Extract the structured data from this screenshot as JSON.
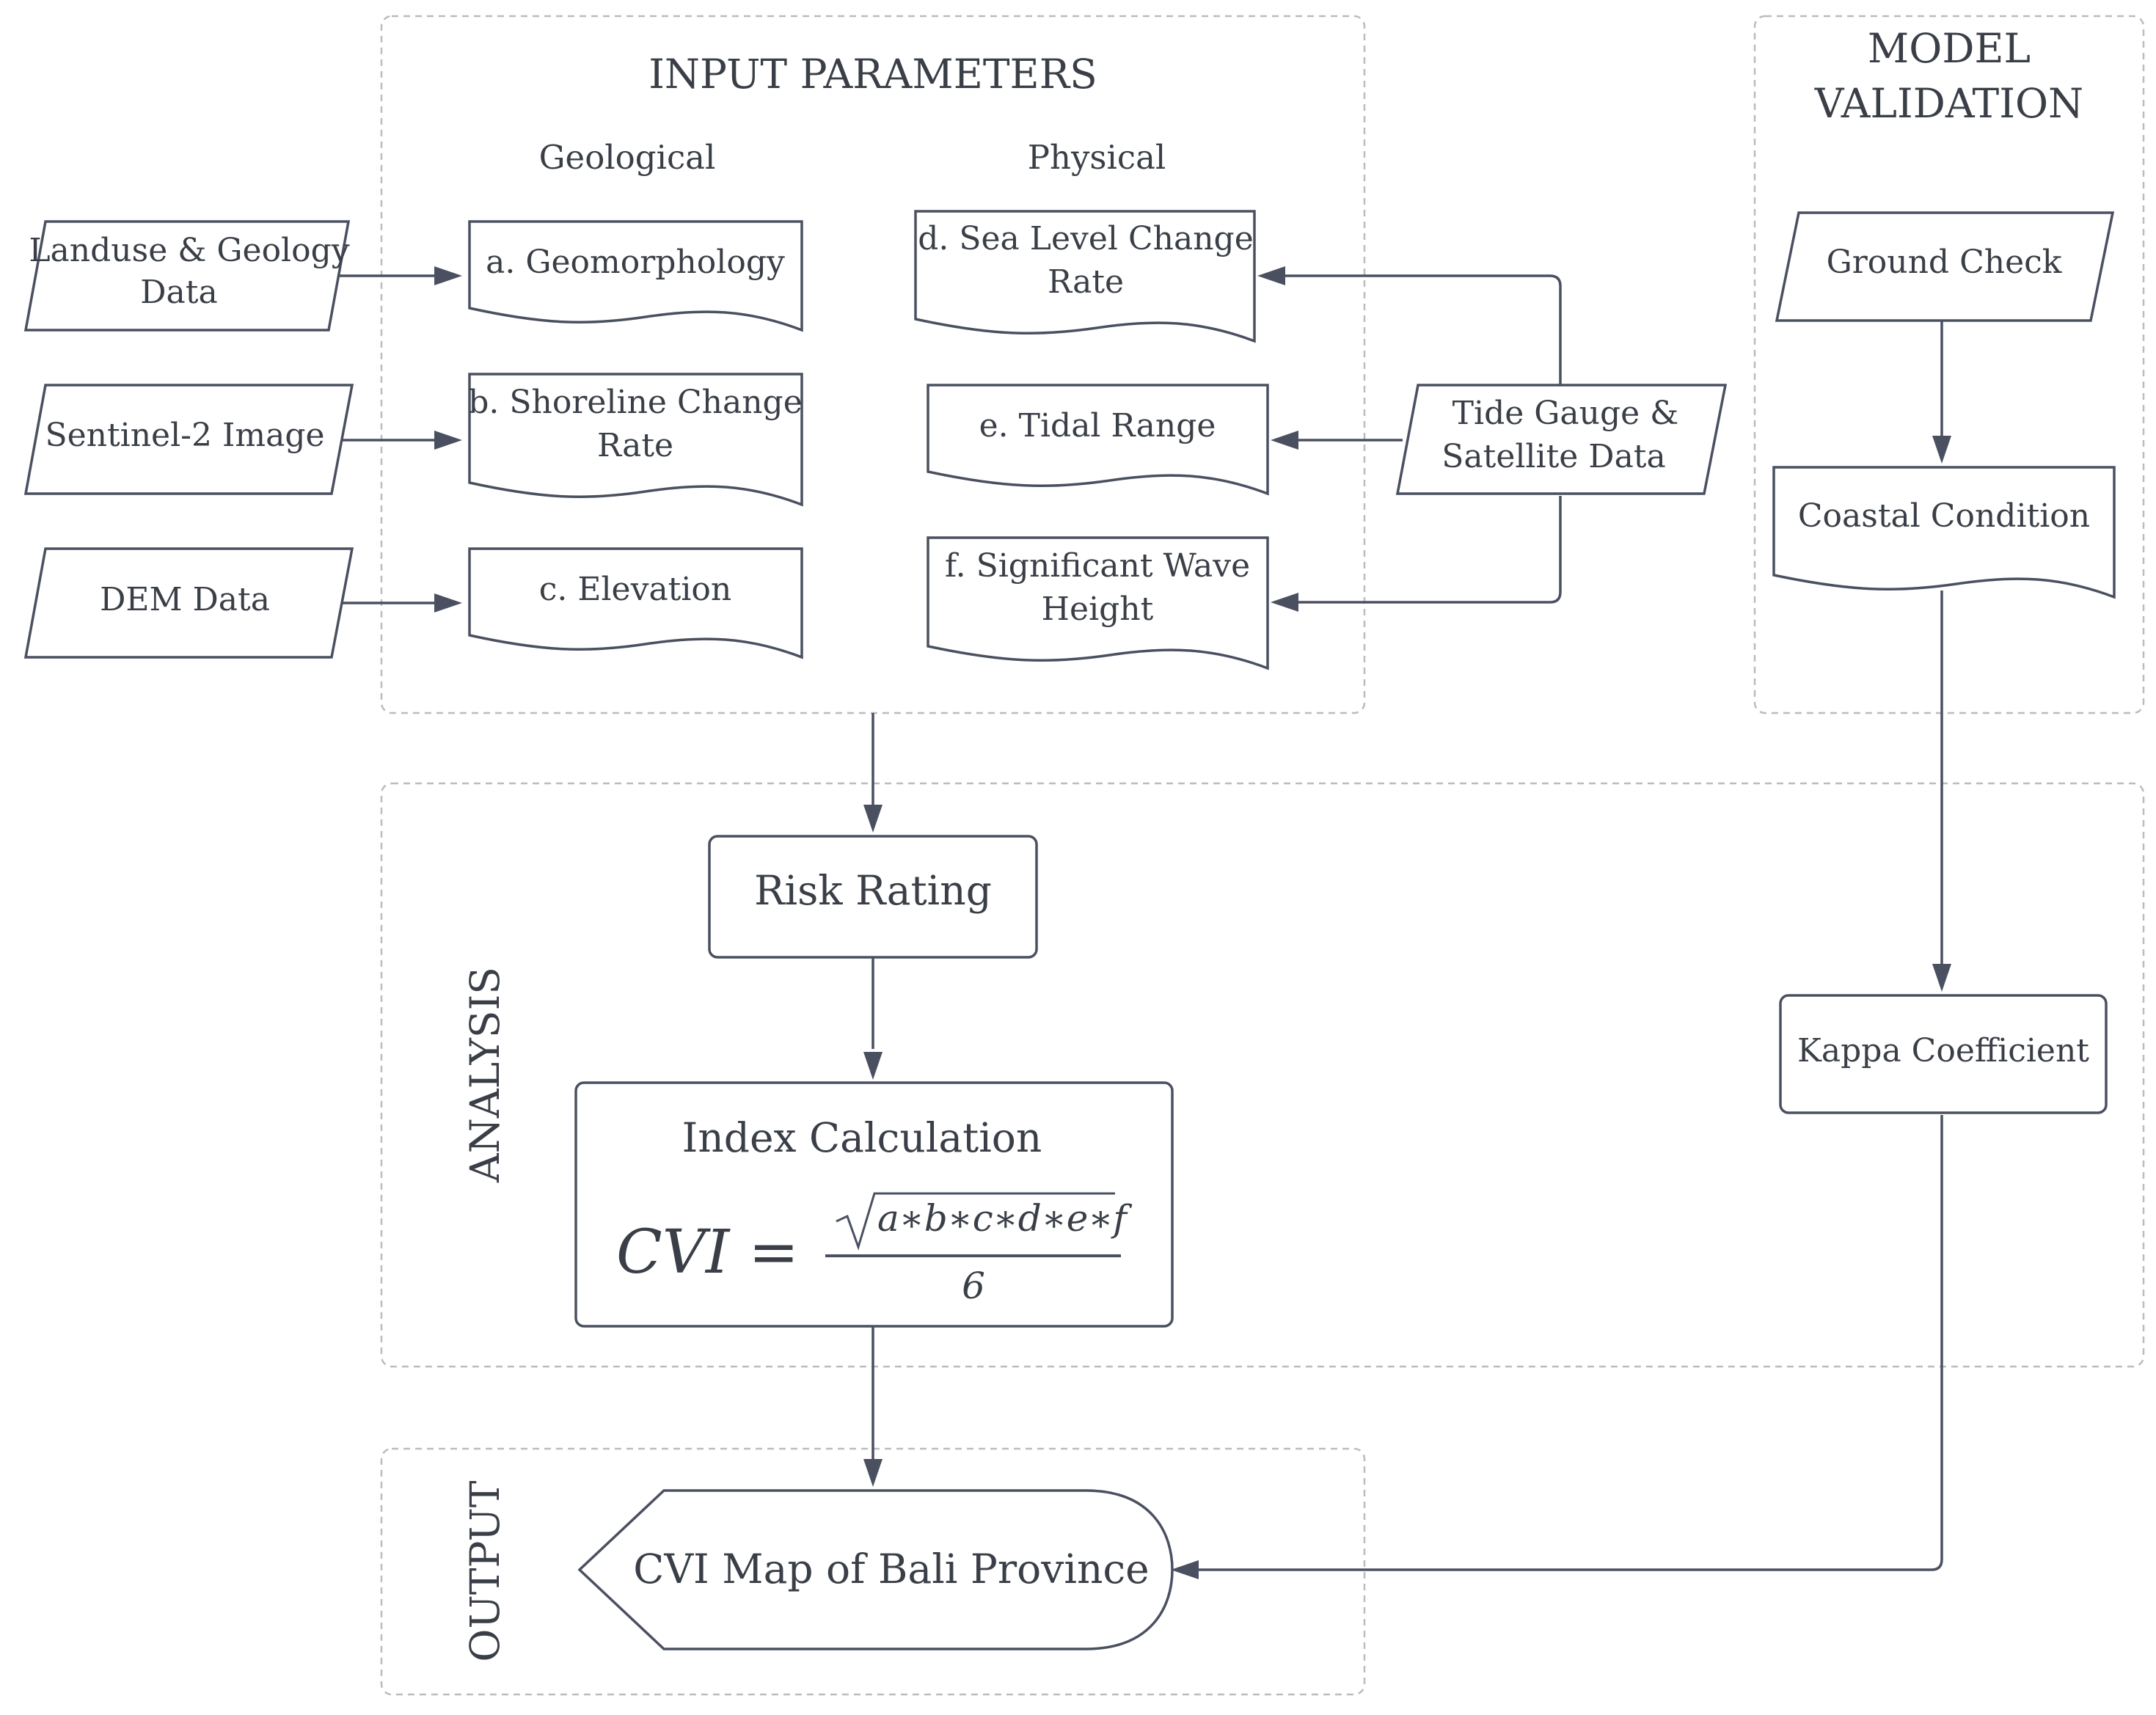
{
  "sections": {
    "input_parameters": "INPUT PARAMETERS",
    "model_validation": [
      "MODEL",
      "VALIDATION"
    ],
    "analysis": "ANALYSIS",
    "output": "OUTPUT"
  },
  "subheaders": {
    "geological": "Geological",
    "physical": "Physical"
  },
  "data_sources": {
    "landuse_geology": [
      "Landuse & Geology",
      "Data"
    ],
    "sentinel2": "Sentinel-2 Image",
    "dem": "DEM Data",
    "tide_gauge_satellite": [
      "Tide Gauge &",
      "Satellite Data"
    ],
    "ground_check": "Ground Check"
  },
  "parameters": {
    "geomorphology": "a. Geomorphology",
    "shoreline_change": [
      "b. Shoreline Change",
      "Rate"
    ],
    "elevation": "c. Elevation",
    "sea_level_change": [
      "d. Sea Level Change",
      "Rate"
    ],
    "tidal_range": "e. Tidal Range",
    "wave_height": [
      "f. Significant Wave",
      "Height"
    ]
  },
  "validation": {
    "coastal_condition": "Coastal Condition",
    "kappa": "Kappa Coefficient"
  },
  "analysis": {
    "risk_rating": "Risk Rating",
    "index_calculation": "Index Calculation",
    "formula": {
      "lhs": "CVI =",
      "numerator": "a∗b∗c∗d∗e∗f",
      "denominator": "6"
    }
  },
  "output": {
    "map": "CVI Map of Bali Province"
  }
}
